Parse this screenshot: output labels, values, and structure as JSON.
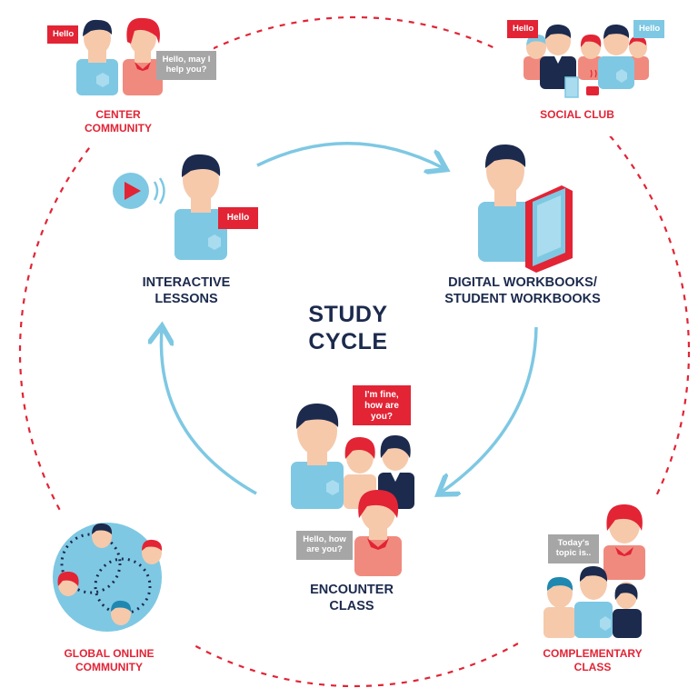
{
  "diagram": {
    "title_line1": "STUDY",
    "title_line2": "CYCLE",
    "nodes": {
      "center_community": {
        "line1": "CENTER",
        "line2": "COMMUNITY"
      },
      "social_club": {
        "line1": "SOCIAL CLUB"
      },
      "global_online_community": {
        "line1": "GLOBAL ONLINE",
        "line2": "COMMUNITY"
      },
      "complementary_class": {
        "line1": "COMPLEMENTARY",
        "line2": "CLASS"
      },
      "interactive_lessons": {
        "line1": "INTERACTIVE",
        "line2": "LESSONS"
      },
      "digital_workbooks": {
        "line1": "DIGITAL WORKBOOKS/",
        "line2": "STUDENT WORKBOOKS"
      },
      "encounter_class": {
        "line1": "ENCOUNTER",
        "line2": "CLASS"
      }
    },
    "bubbles": {
      "center_hello": "Hello",
      "center_may_i_help_1": "Hello, may I",
      "center_may_i_help_2": "help you?",
      "social_hello_red": "Hello",
      "social_hello_blue": "Hello",
      "lesson_hello": "Hello",
      "encounter_fine_1": "I'm fine,",
      "encounter_fine_2": "how are",
      "encounter_fine_3": "you?",
      "encounter_hello_1": "Hello, how",
      "encounter_hello_2": "are you?",
      "complementary_topic_1": "Today's",
      "complementary_topic_2": "topic is.."
    },
    "colors": {
      "accent_red": "#e22435",
      "navy": "#1c2a4d",
      "light_blue": "#7ec8e3",
      "skin": "#f6c9ab",
      "salmon": "#f08a7e",
      "gray_bubble": "#a6a6a6"
    }
  }
}
